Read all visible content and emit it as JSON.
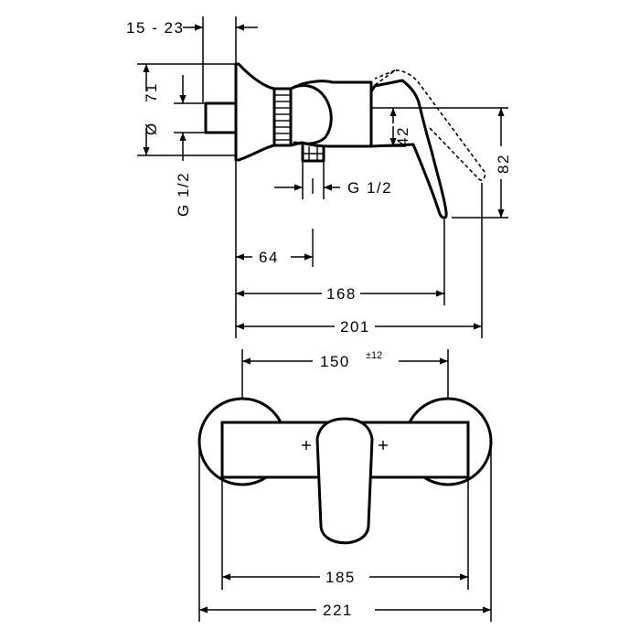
{
  "side_view": {
    "dim_offset": "15 - 23",
    "dim_flange": "71",
    "dim_flange_symbol": "Ø",
    "dim_inlet": "G 1/2",
    "dim_outlet": "G 1/2",
    "dim_42": "42",
    "dim_82": "82",
    "dim_64": "64",
    "dim_168": "168",
    "dim_201": "201"
  },
  "front_view": {
    "dim_150": "150",
    "dim_150_tol": "±12",
    "dim_185": "185",
    "dim_221": "221"
  }
}
